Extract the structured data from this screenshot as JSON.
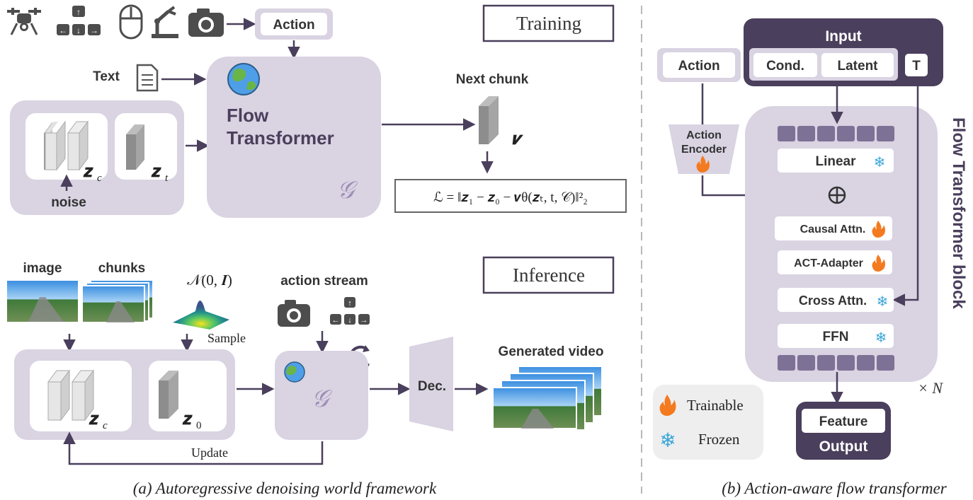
{
  "training": {
    "title": "Training",
    "action_label": "Action",
    "text_label": "Text",
    "noise_label": "noise",
    "model_label_line1": "Flow",
    "model_label_line2": "Transformer",
    "model_symbol": "𝒢",
    "next_chunk_label": "Next chunk",
    "velocity_symbol": "𝒗",
    "zc_symbol": "𝒛",
    "zc_sub": "c",
    "zt_symbol": "𝒛",
    "zt_sub": "t",
    "loss_text": "ℒ = ‖𝒛₁ − 𝒛₀ − 𝒗θ(𝒛ₜ, t, 𝒞)‖²₂",
    "input_icons": [
      "drone-icon",
      "arrow-keys-icon",
      "mouse-icon",
      "robot-arm-icon",
      "camera-icon"
    ]
  },
  "inference": {
    "title": "Inference",
    "image_label": "image",
    "chunks_label": "chunks",
    "noise_dist": "𝒩(0, 𝑰)",
    "sample_label": "Sample",
    "action_stream_label": "action stream",
    "model_symbol": "𝒢",
    "decoder_label": "Dec.",
    "generated_label": "Generated video",
    "update_label": "Update",
    "zc_symbol": "𝒛",
    "zc_sub": "c",
    "z0_symbol": "𝒛",
    "z0_sub": "0"
  },
  "block": {
    "input_title": "Input",
    "cond_label": "Cond.",
    "latent_label": "Latent",
    "t_label": "T",
    "action_label": "Action",
    "encoder_line1": "Action",
    "encoder_line2": "Encoder",
    "linear_label": "Linear",
    "causal_label": "Causal Attn.",
    "act_label": "ACT-Adapter",
    "cross_label": "Cross Attn.",
    "ffn_label": "FFN",
    "block_title": "Flow Transformer block",
    "repeat_label": "× N",
    "feature_label": "Feature",
    "output_label": "Output",
    "legend_trainable": "Trainable",
    "legend_frozen": "Frozen"
  },
  "captions": {
    "left": "(a) Autoregressive denoising world framework",
    "right": "(b) Action-aware flow transformer"
  },
  "colors": {
    "panel": "#d9d3e2",
    "dark": "#4a3f5c",
    "arrow": "#4a3f5c",
    "fire": "#f47a20",
    "snow": "#3aa6d8"
  }
}
